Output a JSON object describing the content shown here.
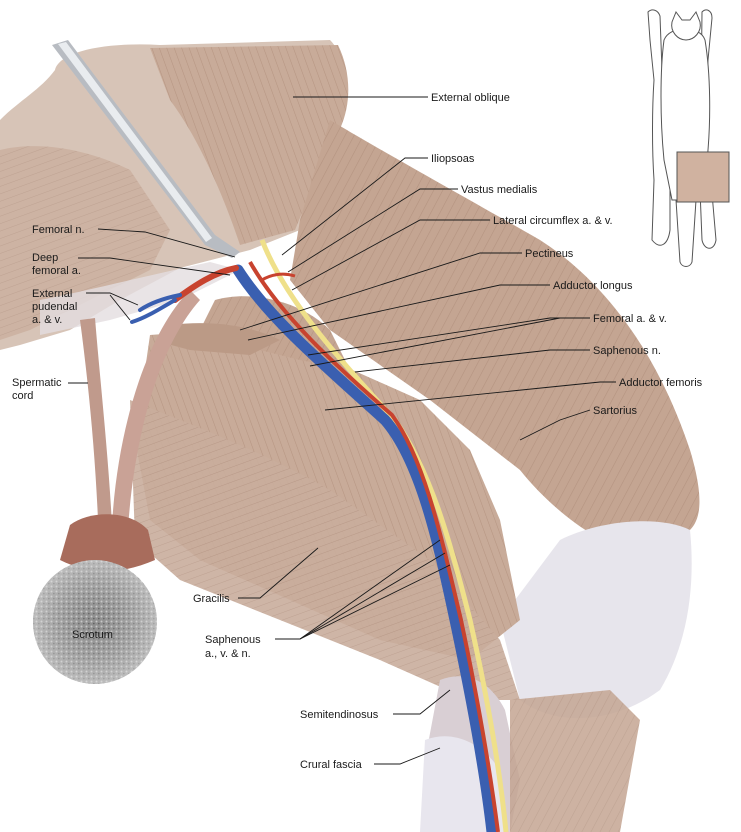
{
  "labels": {
    "external_oblique": "External oblique",
    "iliopsoas": "Iliopsoas",
    "vastus_medialis": "Vastus medialis",
    "lateral_circumflex": "Lateral circumflex a. & v.",
    "pectineus": "Pectineus",
    "adductor_longus": "Adductor longus",
    "femoral_av": "Femoral a. & v.",
    "saphenous_n": "Saphenous n.",
    "adductor_femoris": "Adductor femoris",
    "sartorius": "Sartorius",
    "femoral_n": "Femoral n.",
    "deep_femoral_1": "Deep",
    "deep_femoral_2": "femoral a.",
    "ext_pudendal_1": "External",
    "ext_pudendal_2": "pudendal",
    "ext_pudendal_3": "a. & v.",
    "spermatic_1": "Spermatic",
    "spermatic_2": "cord",
    "scrotum": "Scrotum",
    "gracilis": "Gracilis",
    "saphenous_avn_1": "Saphenous",
    "saphenous_avn_2": "a., v. & n.",
    "semitendinosus": "Semitendinosus",
    "crural_fascia": "Crural fascia"
  },
  "colors": {
    "muscle": "#c4a592",
    "muscle_dark": "#a88470",
    "artery": "#c8432f",
    "vein": "#3a5fb0",
    "nerve": "#efe08a",
    "fascia": "#e6e4ea",
    "scrotum_fur": "#9a9a9a"
  },
  "icons": {
    "orientation": "cat-silhouette-icon",
    "instrument": "probe-icon"
  }
}
